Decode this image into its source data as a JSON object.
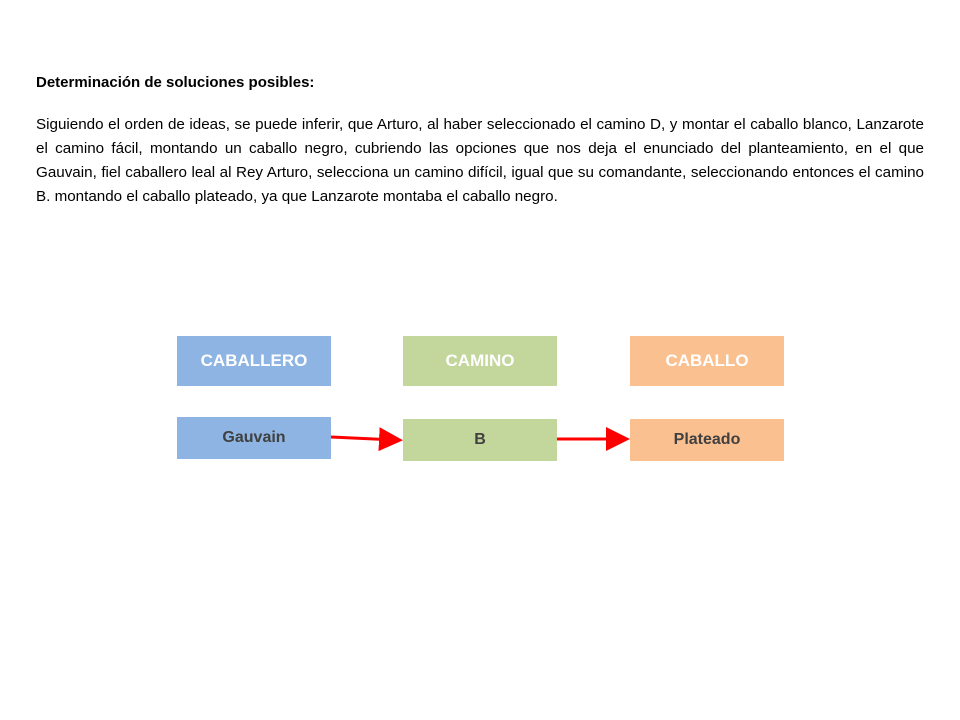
{
  "document": {
    "heading": "Determinación de soluciones posibles:",
    "paragraph": "Siguiendo el orden de ideas, se puede inferir, que Arturo, al haber seleccionado el camino D, y montar el caballo blanco, Lanzarote el camino fácil, montando un caballo negro, cubriendo las opciones que nos deja el enunciado del planteamiento, en el que Gauvain, fiel caballero leal al Rey Arturo, selecciona un camino difícil, igual que su comandante, seleccionando entonces el camino  B. montando el caballo plateado, ya que Lanzarote montaba el caballo negro."
  },
  "diagram": {
    "headers": [
      {
        "label": "CABALLERO",
        "color": "#8eb4e3"
      },
      {
        "label": "CAMINO",
        "color": "#c3d69b"
      },
      {
        "label": "CABALLO",
        "color": "#fac090"
      }
    ],
    "values": [
      {
        "label": "Gauvain",
        "color": "#8eb4e3"
      },
      {
        "label": "B",
        "color": "#c3d69b"
      },
      {
        "label": "Plateado",
        "color": "#fac090"
      }
    ],
    "arrow_color": "#ff0000"
  }
}
